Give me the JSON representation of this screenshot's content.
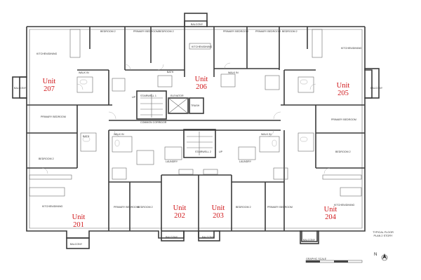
{
  "units": [
    {
      "id": "u207",
      "label": "Unit\n207"
    },
    {
      "id": "u206",
      "label": "Unit\n206"
    },
    {
      "id": "u205",
      "label": "Unit\n205"
    },
    {
      "id": "u201",
      "label": "Unit\n201"
    },
    {
      "id": "u202",
      "label": "Unit\n202"
    },
    {
      "id": "u203",
      "label": "Unit\n203"
    },
    {
      "id": "u204",
      "label": "Unit\n204"
    }
  ],
  "room_labels": {
    "kitchen_dining": "KITCHEN/DINING",
    "bedroom_2": "BEDROOM 2",
    "primary_bedroom": "PRIMARY BEDROOM",
    "balcony": "BALCONY",
    "bath": "BATH",
    "walk_in": "WALK IN",
    "laundry": "LAUNDRY",
    "common_corridor": "COMMON CORRIDOR",
    "stairwell_1": "STAIRWELL 1",
    "stairwell_2": "STAIRWELL 2",
    "elevator": "ELEVATOR",
    "trash": "TRASH",
    "up": "UP"
  },
  "plan_title": "TYPICAL FLOOR PLAN 2 STORY",
  "north_label": "N",
  "scale_label": "GRAPHIC SCALE",
  "colors": {
    "unit_label": "#d0191c",
    "walls": "#3a3a3a"
  }
}
